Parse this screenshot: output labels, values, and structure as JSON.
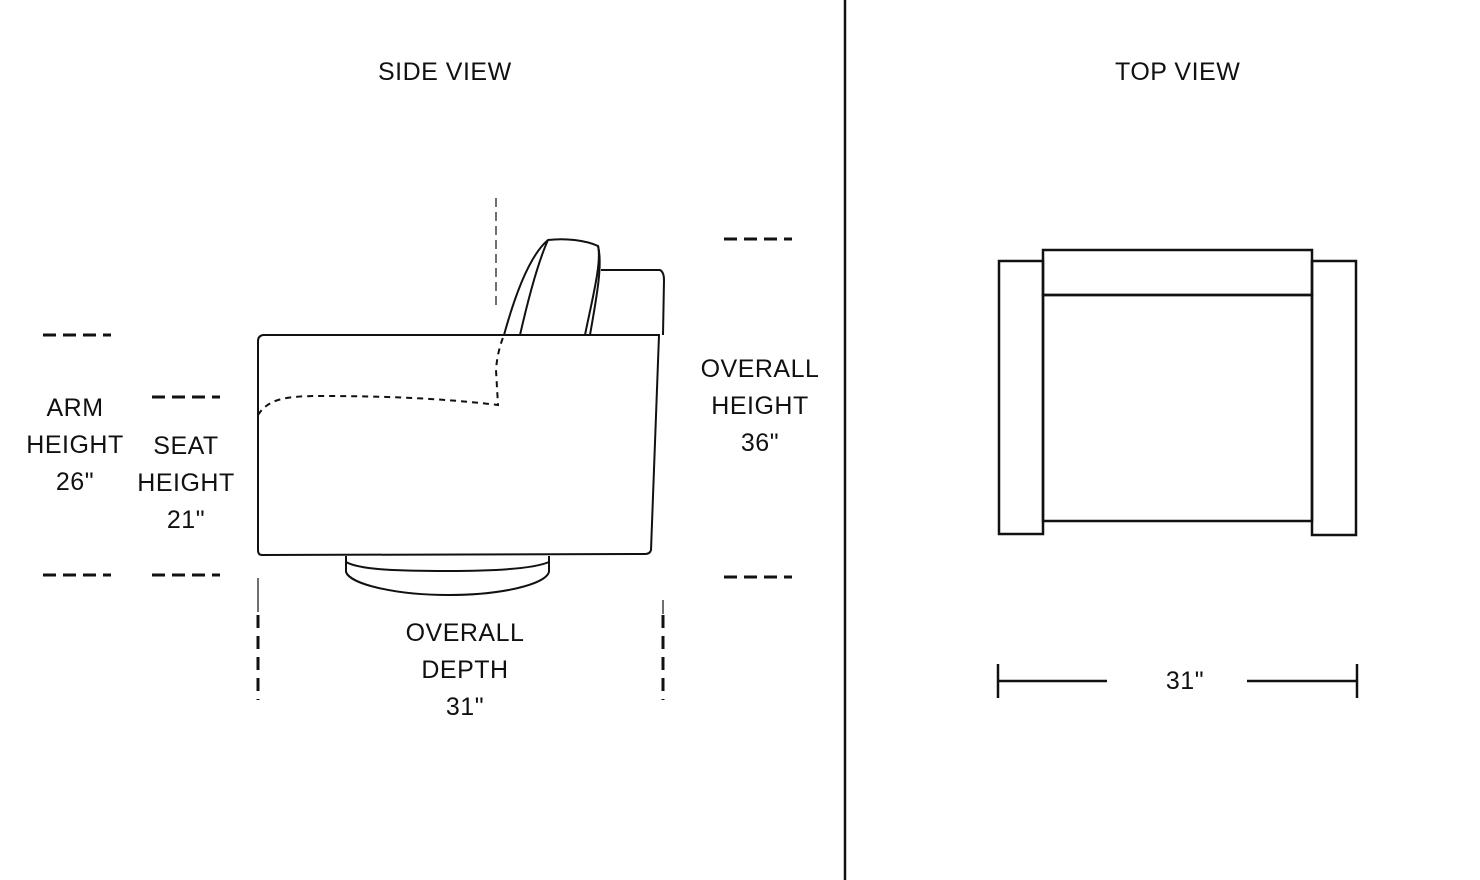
{
  "side_view": {
    "title": "SIDE VIEW",
    "arm_height": {
      "line1": "ARM",
      "line2": "HEIGHT",
      "value": "26\""
    },
    "seat_height": {
      "line1": "SEAT",
      "line2": "HEIGHT",
      "value": "21\""
    },
    "overall_height": {
      "line1": "OVERALL",
      "line2": "HEIGHT",
      "value": "36\""
    },
    "overall_depth": {
      "line1": "OVERALL",
      "line2": "DEPTH",
      "value": "31\""
    }
  },
  "top_view": {
    "title": "TOP VIEW",
    "width": {
      "value": "31\""
    }
  },
  "colors": {
    "line": "#111111",
    "background": "#ffffff"
  }
}
